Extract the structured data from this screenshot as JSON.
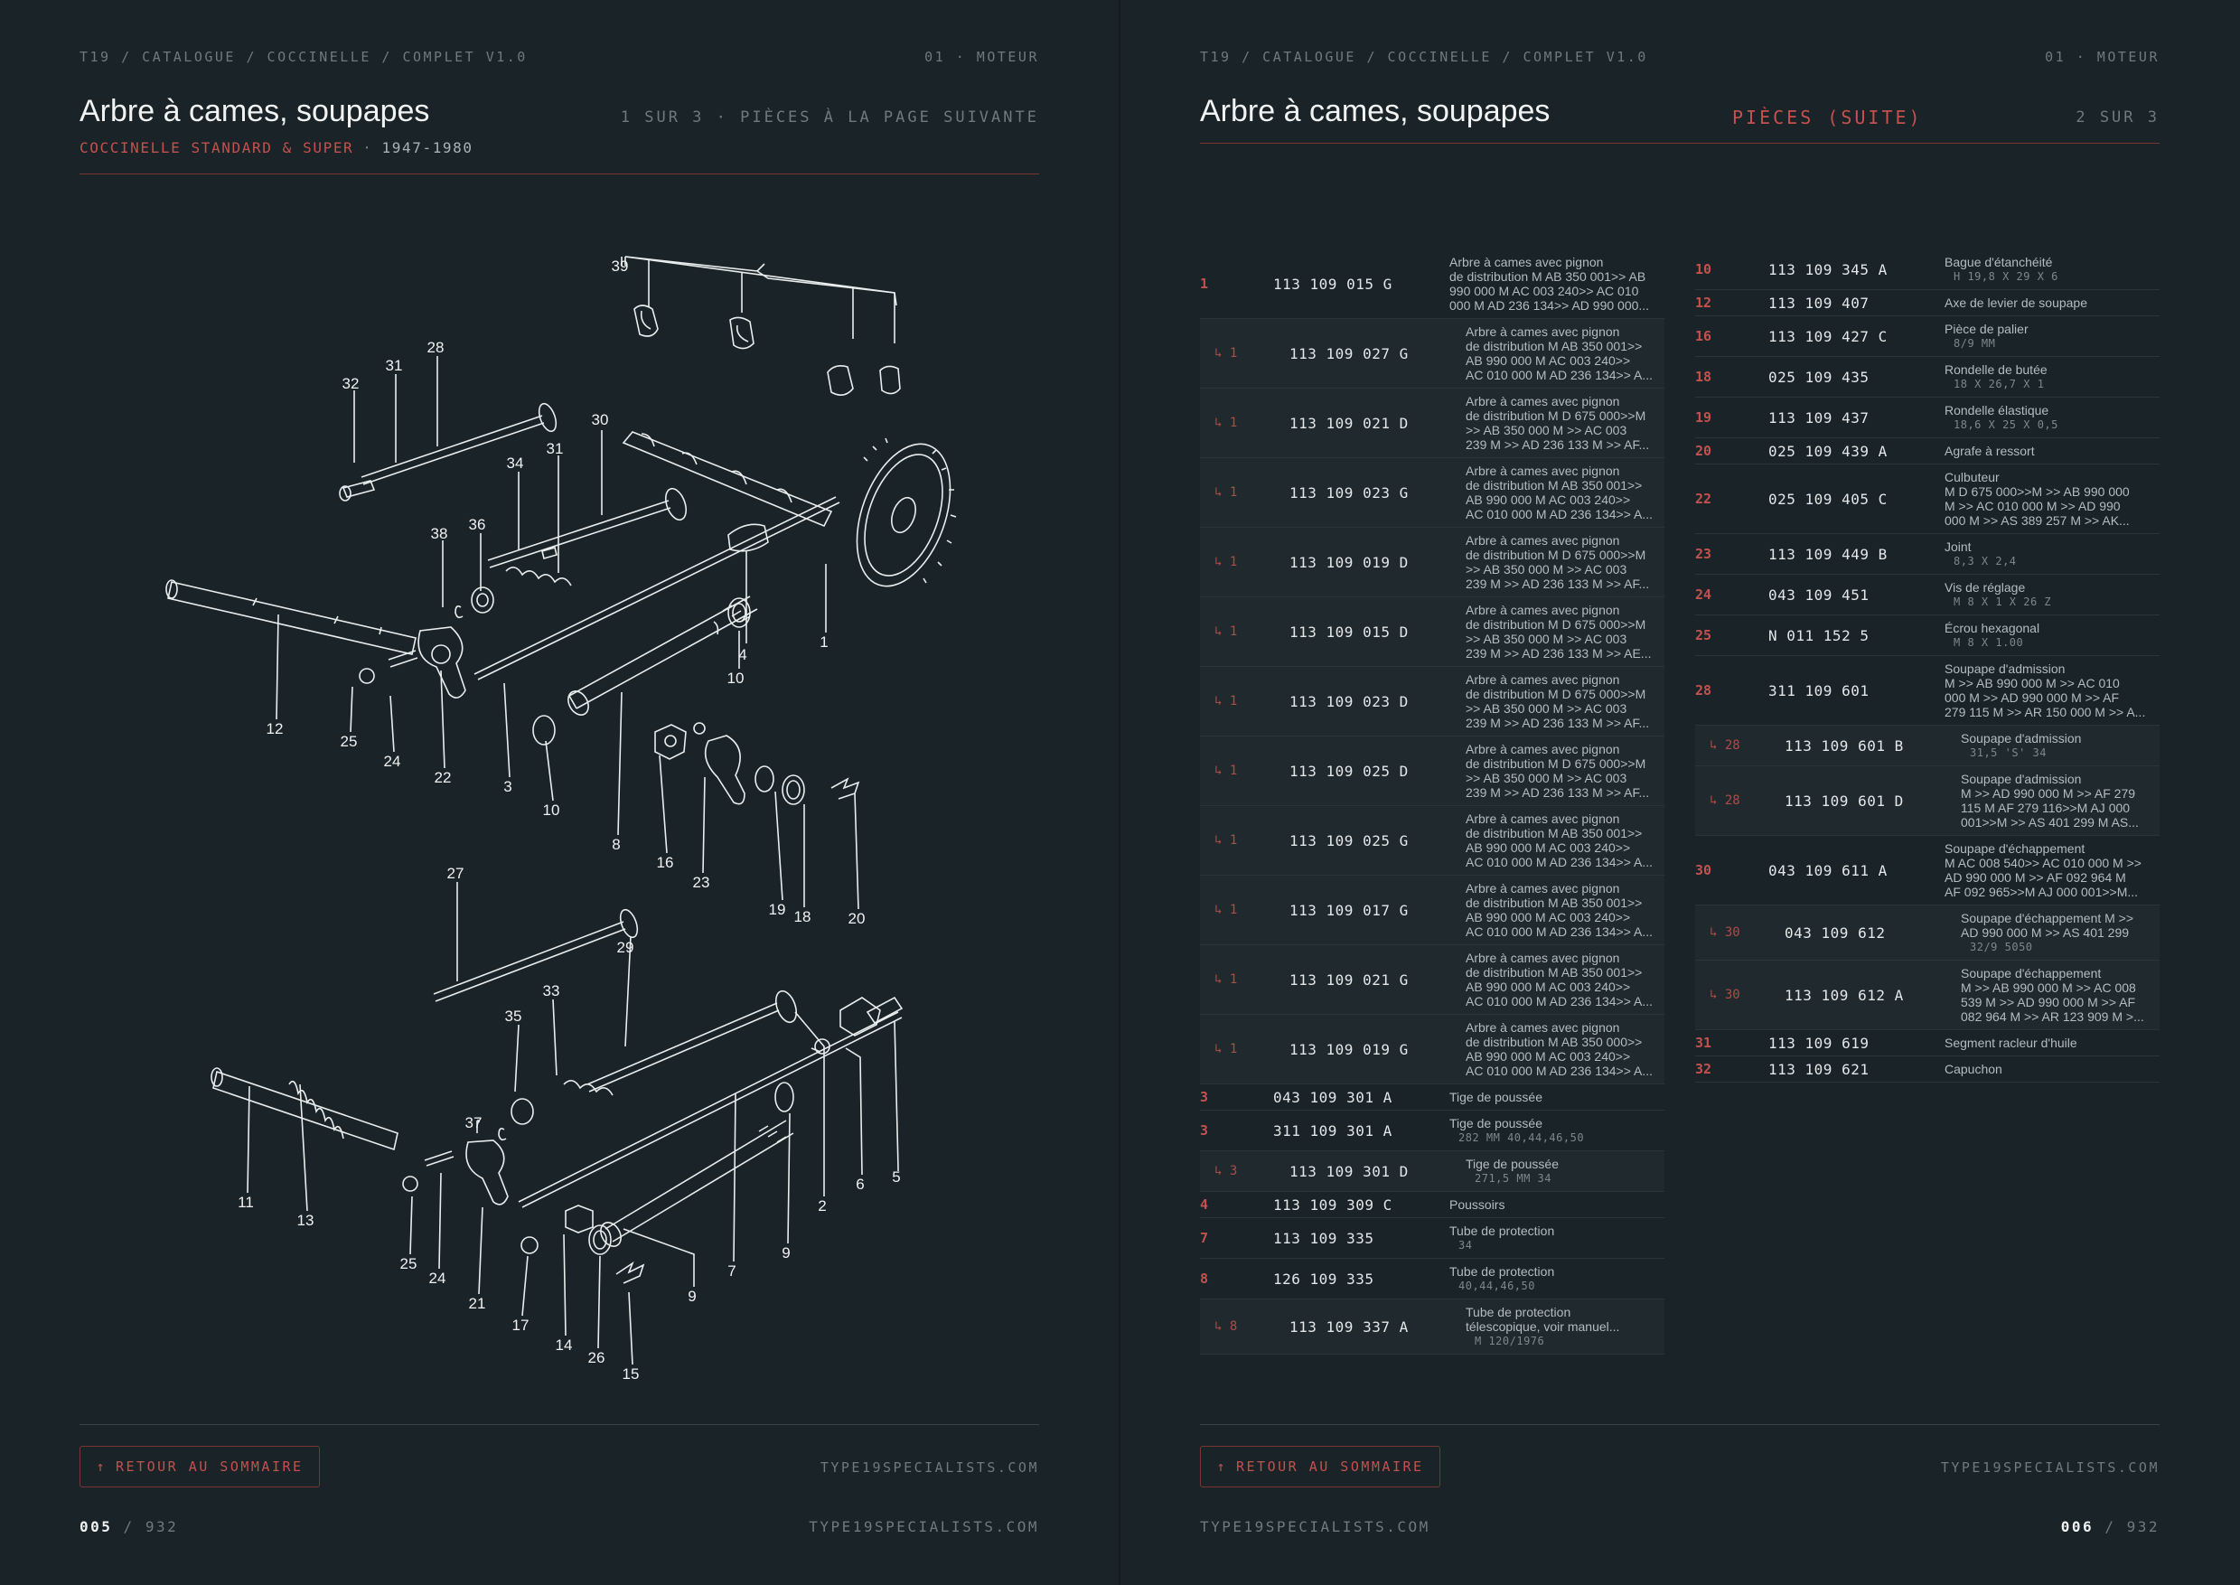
{
  "left_page": {
    "breadcrumb": "T19 / CATALOGUE / COCCINELLE / COMPLET V1.0",
    "section": "01 · MOTEUR",
    "title": "Arbre à cames, soupapes",
    "page_note": "1 SUR 3 · PIÈCES À LA PAGE SUIVANTE",
    "subtitle_model": "COCCINELLE STANDARD & SUPER",
    "subtitle_sep": "·",
    "subtitle_years": "1947-1980",
    "back_button": "RETOUR AU SOMMAIRE",
    "back_icon": "arrow-up-icon",
    "site": "TYPE19SPECIALISTS.COM",
    "page_current": "005",
    "page_total": "/ 932",
    "diagram_labels": [
      "39",
      "28",
      "31",
      "32",
      "30",
      "34",
      "31",
      "36",
      "38",
      "1",
      "4",
      "10",
      "12",
      "25",
      "24",
      "22",
      "3",
      "10",
      "8",
      "16",
      "23",
      "19",
      "18",
      "20",
      "27",
      "29",
      "33",
      "35",
      "37",
      "11",
      "13",
      "25",
      "24",
      "21",
      "17",
      "14",
      "26",
      "15",
      "9",
      "7",
      "9",
      "2",
      "6",
      "5"
    ]
  },
  "right_page": {
    "breadcrumb": "T19 / CATALOGUE / COCCINELLE / COMPLET V1.0",
    "section": "01 · MOTEUR",
    "title": "Arbre à cames, soupapes",
    "pieces_label": "PIÈCES (SUITE)",
    "page_note": "2 SUR 3",
    "back_button": "RETOUR AU SOMMAIRE",
    "back_icon": "arrow-up-icon",
    "site": "TYPE19SPECIALISTS.COM",
    "page_current": "006",
    "page_total": "/ 932",
    "parts_left": [
      {
        "ref": "1",
        "pn": "113 109 015 G",
        "desc": [
          "Arbre à cames avec pignon",
          "de distribution M AB 350 001>> AB",
          "990 000 M AC 003 240>> AC 010",
          "000 M AD 236 134>> AD 990 000..."
        ],
        "sub": false
      },
      {
        "ref": "↳ 1",
        "pn": "113 109 027 G",
        "desc": [
          "Arbre à cames avec pignon",
          "de distribution M AB 350 001>>",
          "AB 990 000 M AC 003 240>>",
          "AC 010 000 M AD 236 134>> A..."
        ],
        "sub": true
      },
      {
        "ref": "↳ 1",
        "pn": "113 109 021 D",
        "desc": [
          "Arbre à cames avec pignon",
          "de distribution M D 675 000>>M",
          ">> AB 350 000 M >> AC 003",
          "239 M >> AD 236 133 M >> AF..."
        ],
        "sub": true
      },
      {
        "ref": "↳ 1",
        "pn": "113 109 023 G",
        "desc": [
          "Arbre à cames avec pignon",
          "de distribution M AB 350 001>>",
          "AB 990 000 M AC 003 240>>",
          "AC 010 000 M AD 236 134>> A..."
        ],
        "sub": true
      },
      {
        "ref": "↳ 1",
        "pn": "113 109 019 D",
        "desc": [
          "Arbre à cames avec pignon",
          "de distribution M D 675 000>>M",
          ">> AB 350 000 M >> AC 003",
          "239 M >> AD 236 133 M >> AF..."
        ],
        "sub": true
      },
      {
        "ref": "↳ 1",
        "pn": "113 109 015 D",
        "desc": [
          "Arbre à cames avec pignon",
          "de distribution M D 675 000>>M",
          ">> AB 350 000 M >> AC 003",
          "239 M >> AD 236 133 M >> AE..."
        ],
        "sub": true
      },
      {
        "ref": "↳ 1",
        "pn": "113 109 023 D",
        "desc": [
          "Arbre à cames avec pignon",
          "de distribution M D 675 000>>M",
          ">> AB 350 000 M >> AC 003",
          "239 M >> AD 236 133 M >> AF..."
        ],
        "sub": true
      },
      {
        "ref": "↳ 1",
        "pn": "113 109 025 D",
        "desc": [
          "Arbre à cames avec pignon",
          "de distribution M D 675 000>>M",
          ">> AB 350 000 M >> AC 003",
          "239 M >> AD 236 133 M >> AF..."
        ],
        "sub": true
      },
      {
        "ref": "↳ 1",
        "pn": "113 109 025 G",
        "desc": [
          "Arbre à cames avec pignon",
          "de distribution M AB 350 001>>",
          "AB 990 000 M AC 003 240>>",
          "AC 010 000 M AD 236 134>> A..."
        ],
        "sub": true
      },
      {
        "ref": "↳ 1",
        "pn": "113 109 017 G",
        "desc": [
          "Arbre à cames avec pignon",
          "de distribution M AB 350 001>>",
          "AB 990 000 M AC 003 240>>",
          "AC 010 000 M AD 236 134>> A..."
        ],
        "sub": true
      },
      {
        "ref": "↳ 1",
        "pn": "113 109 021 G",
        "desc": [
          "Arbre à cames avec pignon",
          "de distribution M AB 350 001>>",
          "AB 990 000 M AC 003 240>>",
          "AC 010 000 M AD 236 134>> A..."
        ],
        "sub": true
      },
      {
        "ref": "↳ 1",
        "pn": "113 109 019 G",
        "desc": [
          "Arbre à cames avec pignon",
          "de distribution M AB 350 000>>",
          "AB 990 000 M AC 003 240>>",
          "AC 010 000 M AD 236 134>> A..."
        ],
        "sub": true
      },
      {
        "ref": "3",
        "pn": "043 109 301 A",
        "desc": [
          "Tige de poussée"
        ],
        "sub": false
      },
      {
        "ref": "3",
        "pn": "311 109 301 A",
        "desc": [
          "Tige de poussée"
        ],
        "meta": "282 MM  40,44,46,50",
        "sub": false
      },
      {
        "ref": "↳ 3",
        "pn": "113 109 301 D",
        "desc": [
          "Tige de poussée"
        ],
        "meta": "271,5 MM  34",
        "sub": true
      },
      {
        "ref": "4",
        "pn": "113 109 309 C",
        "desc": [
          "Poussoirs"
        ],
        "sub": false
      },
      {
        "ref": "7",
        "pn": "113 109 335",
        "desc": [
          "Tube de protection"
        ],
        "meta": "34",
        "sub": false
      },
      {
        "ref": "8",
        "pn": "126 109 335",
        "desc": [
          "Tube de protection"
        ],
        "meta": "40,44,46,50",
        "sub": false
      },
      {
        "ref": "↳ 8",
        "pn": "113 109 337 A",
        "desc": [
          "Tube de protection",
          "télescopique, voir manuel..."
        ],
        "meta": "M 120/1976",
        "sub": true
      }
    ],
    "parts_right": [
      {
        "ref": "10",
        "pn": "113 109 345 A",
        "desc": [
          "Bague d'étanchéité"
        ],
        "meta": "H 19,8 X 29 X 6",
        "sub": false
      },
      {
        "ref": "12",
        "pn": "113 109 407",
        "desc": [
          "Axe de levier de soupape"
        ],
        "sub": false
      },
      {
        "ref": "16",
        "pn": "113 109 427 C",
        "desc": [
          "Pièce de palier"
        ],
        "meta": "8/9 MM",
        "sub": false
      },
      {
        "ref": "18",
        "pn": "025 109 435",
        "desc": [
          "Rondelle de butée"
        ],
        "meta": "18 X 26,7 X 1",
        "sub": false
      },
      {
        "ref": "19",
        "pn": "113 109 437",
        "desc": [
          "Rondelle élastique"
        ],
        "meta": "18,6 X 25 X 0,5",
        "sub": false
      },
      {
        "ref": "20",
        "pn": "025 109 439 A",
        "desc": [
          "Agrafe à ressort"
        ],
        "sub": false
      },
      {
        "ref": "22",
        "pn": "025 109 405 C",
        "desc": [
          "Culbuteur",
          "M D 675 000>>M >> AB 990 000",
          "M >> AC 010 000 M >> AD 990",
          "000 M >> AS 389 257 M >> AK..."
        ],
        "sub": false
      },
      {
        "ref": "23",
        "pn": "113 109 449 B",
        "desc": [
          "Joint"
        ],
        "meta": "8,3 X 2,4",
        "sub": false
      },
      {
        "ref": "24",
        "pn": "043 109 451",
        "desc": [
          "Vis de réglage"
        ],
        "meta": "M 8 X 1 X 26 Z",
        "sub": false
      },
      {
        "ref": "25",
        "pn": "N 011 152 5",
        "desc": [
          "Écrou hexagonal"
        ],
        "meta": "M 8 X 1.00",
        "sub": false
      },
      {
        "ref": "28",
        "pn": "311 109 601",
        "desc": [
          "Soupape d'admission",
          "M >> AB 990 000 M >> AC 010",
          "000 M >> AD 990 000 M >> AF",
          "279 115 M >> AR 150 000 M >> A..."
        ],
        "sub": false
      },
      {
        "ref": "↳ 28",
        "pn": "113 109 601 B",
        "desc": [
          "Soupape d'admission"
        ],
        "meta": "31,5 'S' 34",
        "sub": true
      },
      {
        "ref": "↳ 28",
        "pn": "113 109 601 D",
        "desc": [
          "Soupape d'admission",
          "M >> AD 990 000 M >> AF 279",
          "115 M AF 279 116>>M AJ 000",
          "001>>M >> AS 401 299 M AS..."
        ],
        "sub": true
      },
      {
        "ref": "30",
        "pn": "043 109 611 A",
        "desc": [
          "Soupape d'échappement",
          "M AC 008 540>> AC 010 000 M >>",
          "AD 990 000 M >> AF 092 964 M",
          "AF 092 965>>M AJ 000 001>>M..."
        ],
        "sub": false
      },
      {
        "ref": "↳ 30",
        "pn": "043 109 612",
        "desc": [
          "Soupape d'échappement M >>",
          "AD 990 000 M >> AS 401 299"
        ],
        "meta": "32/9  5050",
        "sub": true
      },
      {
        "ref": "↳ 30",
        "pn": "113 109 612 A",
        "desc": [
          "Soupape d'échappement",
          "M >> AB 990 000 M >> AC 008",
          "539 M >> AD 990 000 M >> AF",
          "082 964 M >> AR 123 909 M >..."
        ],
        "sub": true
      },
      {
        "ref": "31",
        "pn": "113 109 619",
        "desc": [
          "Segment racleur d'huile"
        ],
        "sub": false
      },
      {
        "ref": "32",
        "pn": "113 109 621",
        "desc": [
          "Capuchon"
        ],
        "sub": false
      }
    ]
  }
}
